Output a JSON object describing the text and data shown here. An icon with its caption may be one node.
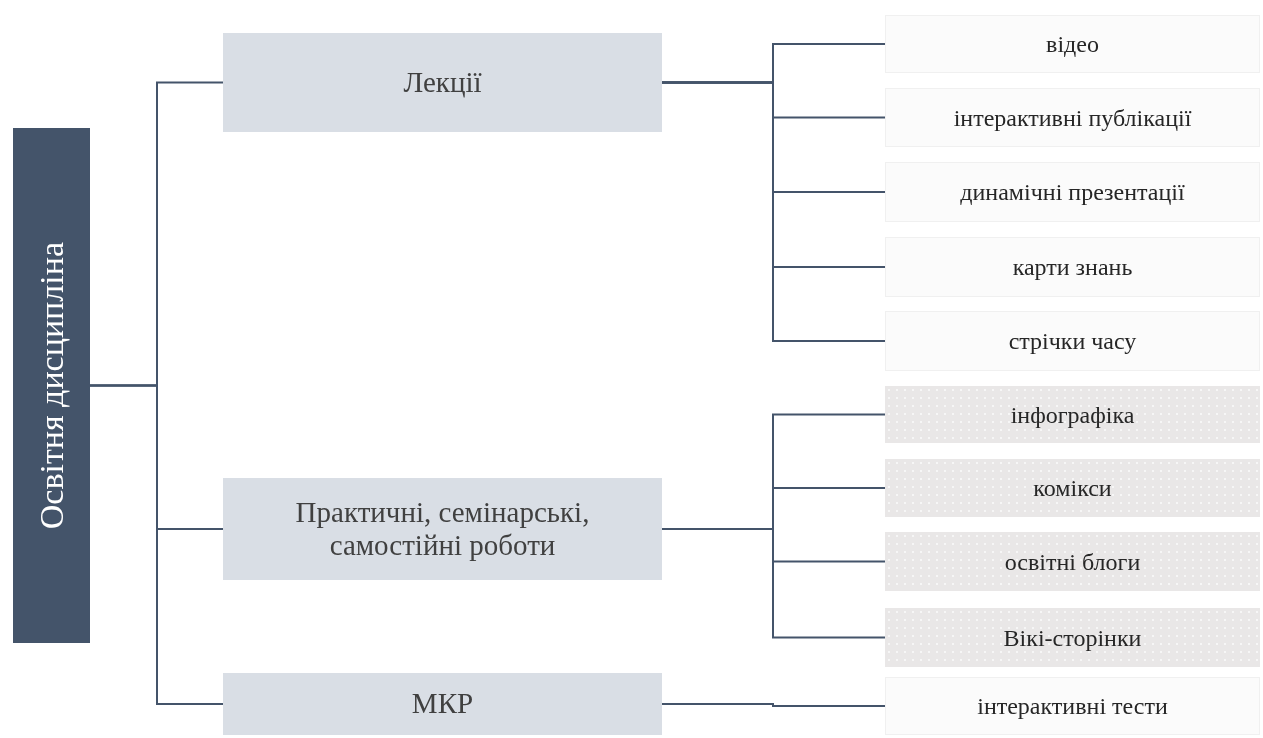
{
  "diagram": {
    "nodes": [
      {
        "text": [
          "Освітня дисципліна"
        ]
      },
      {
        "text": [
          "Лекції"
        ]
      },
      {
        "text": [
          "Практичні, семінарські, самостійні роботи"
        ]
      },
      {
        "text": [
          "МКР"
        ]
      },
      {
        "text": [
          "відео"
        ]
      },
      {
        "text": [
          "інтерактивні публікації"
        ]
      },
      {
        "text": [
          "динамічні презентації"
        ]
      },
      {
        "text": [
          "карти знань"
        ]
      },
      {
        "text": [
          "стрічки часу"
        ]
      },
      {
        "text": [
          "інфографіка"
        ]
      },
      {
        "text": [
          "комікси"
        ]
      },
      {
        "text": [
          "освітні блоги"
        ]
      },
      {
        "text": [
          "Вікі-сторінки"
        ]
      },
      {
        "text": [
          "інтерактивні тести"
        ]
      }
    ],
    "edges": [
      {
        "from": 0,
        "to": 1,
        "arrow": "none"
      },
      {
        "from": 0,
        "to": 2,
        "arrow": "none"
      },
      {
        "from": 0,
        "to": 3,
        "arrow": "none"
      },
      {
        "from": 1,
        "to": 4,
        "arrow": "none"
      },
      {
        "from": 1,
        "to": 5,
        "arrow": "none"
      },
      {
        "from": 1,
        "to": 6,
        "arrow": "none"
      },
      {
        "from": 1,
        "to": 7,
        "arrow": "none"
      },
      {
        "from": 1,
        "to": 8,
        "arrow": "none"
      },
      {
        "from": 2,
        "to": 9,
        "arrow": "none"
      },
      {
        "from": 2,
        "to": 10,
        "arrow": "none"
      },
      {
        "from": 2,
        "to": 11,
        "arrow": "none"
      },
      {
        "from": 2,
        "to": 12,
        "arrow": "none"
      },
      {
        "from": 3,
        "to": 13,
        "arrow": "none"
      }
    ]
  }
}
